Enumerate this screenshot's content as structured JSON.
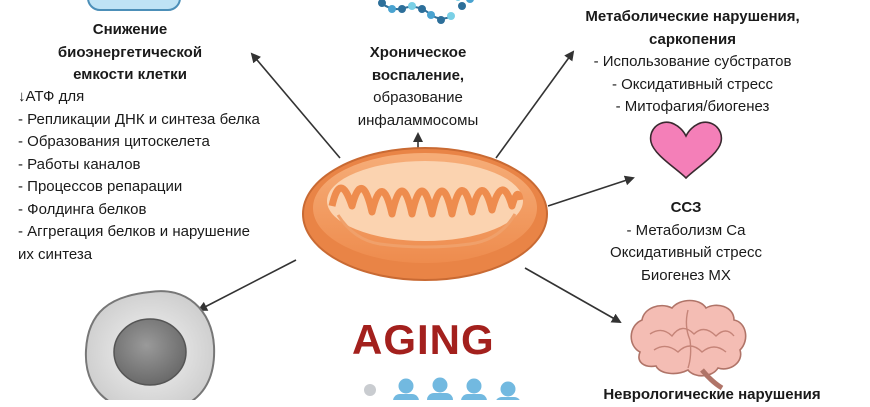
{
  "aging_label": "AGING",
  "colors": {
    "accent_red": "#a3201d",
    "mito_outer": "#f29a5e",
    "mito_inner": "#f6b98a",
    "heart": "#f07fb6",
    "brain": "#f2b7ae",
    "people": "#6fb8df",
    "arrow": "#333333"
  },
  "top_left": {
    "title_lines": [
      "Снижение",
      "биоэнергетической",
      "емкости клетки"
    ],
    "sub_heading": "↓АТФ для",
    "items": [
      "- Репликации ДНК и синтеза белка",
      "- Образования цитоскелета",
      "- Работы каналов",
      "- Процессов репарации",
      "- Фолдинга белков",
      "- Аггрегация белков и нарушение"
    ],
    "item_continuation": "их синтеза"
  },
  "top_center": {
    "title_lines": [
      "Хроническое",
      "воспаление,"
    ],
    "sub_lines": [
      "образование",
      "инфаламмосомы"
    ]
  },
  "top_right": {
    "title_lines": [
      "Метаболические нарушения,",
      "саркопения"
    ],
    "items": [
      "- Использование субстратов",
      "- Оксидативный стресс",
      "- Митофагия/биогенез"
    ]
  },
  "mid_right": {
    "title": "ССЗ",
    "items": [
      "- Метаболизм Ca",
      "Оксидативный стресс",
      "Биогенез МХ"
    ]
  },
  "bottom_right": {
    "title": "Неврологические нарушения"
  },
  "icons": {
    "cell_top": "cell-icon",
    "chain": "protein-chain-icon",
    "heart": "heart-icon",
    "mitochondrion": "mitochondrion-icon",
    "cell_bottom": "nucleated-cell-icon",
    "brain": "brain-icon",
    "people": "people-icon"
  }
}
